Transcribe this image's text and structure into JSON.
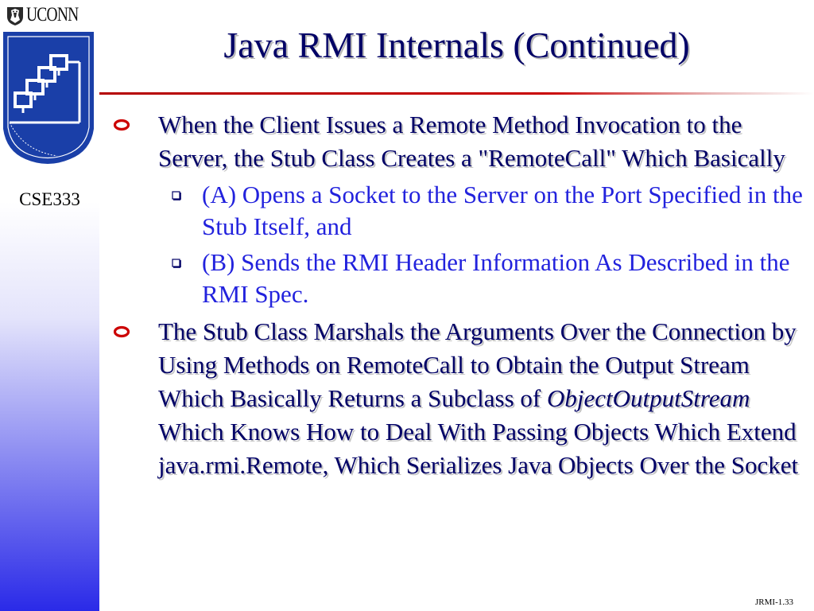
{
  "branding": {
    "university": "UCONN",
    "course_code": "CSE333"
  },
  "slide": {
    "title": "Java RMI Internals (Continued)",
    "number": "JRMI-1.33"
  },
  "bullets": {
    "b1": {
      "text": "When the Client Issues a Remote Method Invocation to the Server, the Stub Class Creates a \"RemoteCall\" Which Basically",
      "subs": [
        "(A) Opens a Socket to the Server on the Port Specified in the Stub Itself, and",
        "(B) Sends the RMI Header Information As Described in the RMI Spec."
      ]
    },
    "b2": {
      "text_before": "The Stub Class Marshals the Arguments Over the Connection by Using Methods on RemoteCall to Obtain the Output Stream Which Basically Returns a Subclass of ",
      "text_italic": "ObjectOutputStream",
      "text_after": " Which Knows How to Deal With Passing Objects Which Extend java.rmi.Remote, Which Serializes Java Objects Over the Socket"
    }
  },
  "colors": {
    "title": "#000066",
    "bullet_text": "#000066",
    "sub_bullet_text": "#2222dd",
    "bullet_marker": "#cc0000",
    "rule": "#c80000",
    "sidebar_bottom": "#2a2ae8"
  },
  "icons": {
    "university_logo": "uconn-husky-crest",
    "department_logo": "computer-science-and-engineering-network-logo",
    "bullet_marker": "hollow-circle-bullet",
    "sub_bullet_marker": "hollow-square-bullet"
  }
}
